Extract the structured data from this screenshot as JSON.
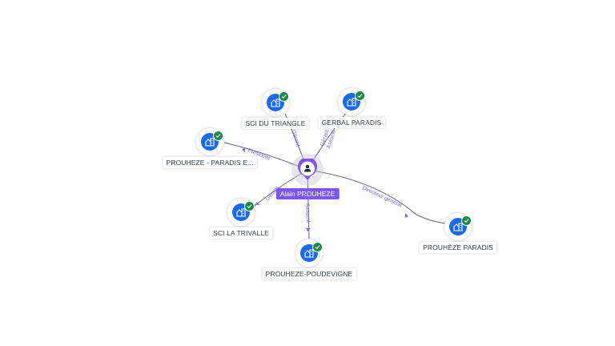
{
  "center": {
    "name": "Alain PROUHEZE",
    "icon": "person-icon",
    "color": "#7b57f0"
  },
  "companies": [
    {
      "id": "sci-du-triangle",
      "name": "SCI DU TRIANGLE",
      "icon": "building-icon",
      "verified": true,
      "relation": [
        "Gérant"
      ]
    },
    {
      "id": "gerbal-paradis",
      "name": "GERBAL PARADIS",
      "icon": "building-icon",
      "verified": true,
      "relation": [
        "Gérant",
        "Associé"
      ]
    },
    {
      "id": "prouheze-paradis-e",
      "name": "PROUHEZE - PARADIS E...",
      "icon": "building-icon",
      "verified": true,
      "relation": [
        "Président"
      ]
    },
    {
      "id": "sci-la-trivalle",
      "name": "SCI LA TRIVALLE",
      "icon": "building-icon",
      "verified": true,
      "relation": [
        "Gérant"
      ]
    },
    {
      "id": "prouheze-poudevigne",
      "name": "PROUHEZE-POUDEVIGNE",
      "icon": "building-icon",
      "verified": true,
      "relation": [
        "Associé"
      ]
    },
    {
      "id": "prouheze-paradis",
      "name": "PROUHÈZE PARADIS",
      "icon": "building-icon",
      "verified": true,
      "relation": [
        "Directeur général"
      ]
    }
  ],
  "colors": {
    "company_circle": "#1a6ae8",
    "verified_badge": "#1e8a4a",
    "edge_label": "#7e6df0"
  }
}
